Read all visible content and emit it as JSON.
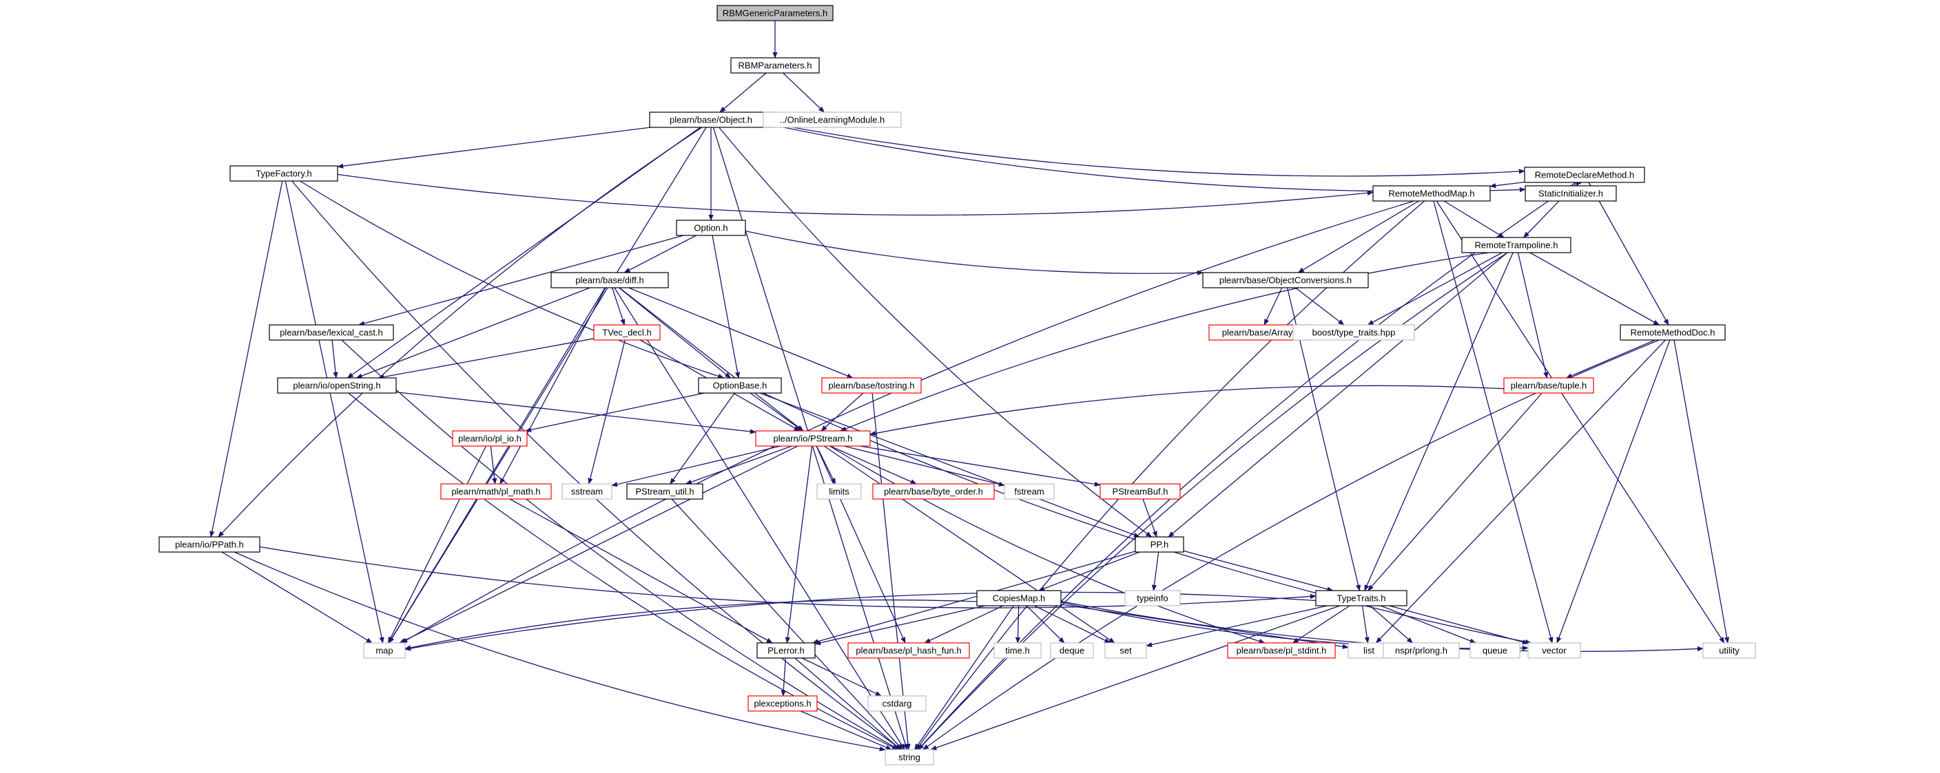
{
  "diagram": {
    "nodes": [
      {
        "id": "n0",
        "label": "RBMGenericParameters.h",
        "style": "root"
      },
      {
        "id": "n1",
        "label": "RBMParameters.h",
        "style": "normal"
      },
      {
        "id": "n2",
        "label": "plearn/base/Object.h",
        "style": "normal"
      },
      {
        "id": "n3",
        "label": "../OnlineLearningModule.h",
        "style": "ext"
      },
      {
        "id": "n4",
        "label": "TypeFactory.h",
        "style": "normal"
      },
      {
        "id": "n5",
        "label": "RemoteDeclareMethod.h",
        "style": "normal"
      },
      {
        "id": "n6",
        "label": "StaticInitializer.h",
        "style": "normal"
      },
      {
        "id": "n7",
        "label": "RemoteMethodMap.h",
        "style": "normal"
      },
      {
        "id": "n8",
        "label": "Option.h",
        "style": "normal"
      },
      {
        "id": "n9",
        "label": "plearn/base/diff.h",
        "style": "normal"
      },
      {
        "id": "n10",
        "label": "plearn/base/ObjectConversions.h",
        "style": "normal"
      },
      {
        "id": "n11",
        "label": "RemoteTrampoline.h",
        "style": "normal"
      },
      {
        "id": "n12",
        "label": "plearn/base/lexical_cast.h",
        "style": "normal"
      },
      {
        "id": "n13",
        "label": "TVec_decl.h",
        "style": "red"
      },
      {
        "id": "n14",
        "label": "plearn/base/Array.h",
        "style": "red"
      },
      {
        "id": "n15",
        "label": "boost/type_traits.hpp",
        "style": "ext"
      },
      {
        "id": "n16",
        "label": "RemoteMethodDoc.h",
        "style": "normal"
      },
      {
        "id": "n17",
        "label": "plearn/io/openString.h",
        "style": "normal"
      },
      {
        "id": "n18",
        "label": "OptionBase.h",
        "style": "normal"
      },
      {
        "id": "n19",
        "label": "plearn/base/tostring.h",
        "style": "red"
      },
      {
        "id": "n20",
        "label": "plearn/base/tuple.h",
        "style": "red"
      },
      {
        "id": "n21",
        "label": "plearn/io/pl_io.h",
        "style": "red"
      },
      {
        "id": "n22",
        "label": "plearn/io/PStream.h",
        "style": "red"
      },
      {
        "id": "n23",
        "label": "plearn/math/pl_math.h",
        "style": "red"
      },
      {
        "id": "n24",
        "label": "sstream",
        "style": "ext"
      },
      {
        "id": "n25",
        "label": "PStream_util.h",
        "style": "normal"
      },
      {
        "id": "n26",
        "label": "limits",
        "style": "ext"
      },
      {
        "id": "n27",
        "label": "plearn/base/byte_order.h",
        "style": "red"
      },
      {
        "id": "n28",
        "label": "fstream",
        "style": "ext"
      },
      {
        "id": "n29",
        "label": "PStreamBuf.h",
        "style": "red"
      },
      {
        "id": "n30",
        "label": "plearn/io/PPath.h",
        "style": "normal"
      },
      {
        "id": "n31",
        "label": "PP.h",
        "style": "normal"
      },
      {
        "id": "n32",
        "label": "typeinfo",
        "style": "ext"
      },
      {
        "id": "n33",
        "label": "CopiesMap.h",
        "style": "normal"
      },
      {
        "id": "n34",
        "label": "TypeTraits.h",
        "style": "normal"
      },
      {
        "id": "n35",
        "label": "map",
        "style": "ext"
      },
      {
        "id": "n36",
        "label": "PLerror.h",
        "style": "normal"
      },
      {
        "id": "n37",
        "label": "plearn/base/pl_hash_fun.h",
        "style": "red"
      },
      {
        "id": "n38",
        "label": "time.h",
        "style": "ext"
      },
      {
        "id": "n39",
        "label": "deque",
        "style": "ext"
      },
      {
        "id": "n40",
        "label": "set",
        "style": "ext"
      },
      {
        "id": "n41",
        "label": "plearn/base/pl_stdint.h",
        "style": "red"
      },
      {
        "id": "n42",
        "label": "list",
        "style": "ext"
      },
      {
        "id": "n43",
        "label": "nspr/prlong.h",
        "style": "ext"
      },
      {
        "id": "n44",
        "label": "queue",
        "style": "ext"
      },
      {
        "id": "n45",
        "label": "vector",
        "style": "ext"
      },
      {
        "id": "n46",
        "label": "utility",
        "style": "ext"
      },
      {
        "id": "n47",
        "label": "cstdarg",
        "style": "ext"
      },
      {
        "id": "n48",
        "label": "plexceptions.h",
        "style": "red"
      },
      {
        "id": "n49",
        "label": "string",
        "style": "ext"
      }
    ],
    "edges": [
      [
        "n0",
        "n1"
      ],
      [
        "n1",
        "n2"
      ],
      [
        "n1",
        "n3"
      ],
      [
        "n2",
        "n4"
      ],
      [
        "n2",
        "n5"
      ],
      [
        "n2",
        "n6"
      ],
      [
        "n2",
        "n8"
      ],
      [
        "n2",
        "n17"
      ],
      [
        "n2",
        "n30"
      ],
      [
        "n2",
        "n31"
      ],
      [
        "n2",
        "n35"
      ],
      [
        "n2",
        "n49"
      ],
      [
        "n4",
        "n7"
      ],
      [
        "n4",
        "n18"
      ],
      [
        "n4",
        "n30"
      ],
      [
        "n4",
        "n35"
      ],
      [
        "n4",
        "n49"
      ],
      [
        "n5",
        "n6"
      ],
      [
        "n5",
        "n7"
      ],
      [
        "n5",
        "n11"
      ],
      [
        "n5",
        "n16"
      ],
      [
        "n5",
        "n49"
      ],
      [
        "n7",
        "n10"
      ],
      [
        "n7",
        "n11"
      ],
      [
        "n7",
        "n35"
      ],
      [
        "n7",
        "n45"
      ],
      [
        "n7",
        "n46"
      ],
      [
        "n7",
        "n49"
      ],
      [
        "n8",
        "n9"
      ],
      [
        "n8",
        "n10"
      ],
      [
        "n8",
        "n12"
      ],
      [
        "n8",
        "n18"
      ],
      [
        "n9",
        "n13"
      ],
      [
        "n9",
        "n17"
      ],
      [
        "n9",
        "n18"
      ],
      [
        "n9",
        "n19"
      ],
      [
        "n9",
        "n22"
      ],
      [
        "n9",
        "n23"
      ],
      [
        "n9",
        "n35"
      ],
      [
        "n9",
        "n49"
      ],
      [
        "n10",
        "n14"
      ],
      [
        "n10",
        "n15"
      ],
      [
        "n10",
        "n34"
      ],
      [
        "n11",
        "n15"
      ],
      [
        "n11",
        "n16"
      ],
      [
        "n11",
        "n20"
      ],
      [
        "n11",
        "n22"
      ],
      [
        "n11",
        "n31"
      ],
      [
        "n11",
        "n34"
      ],
      [
        "n11",
        "n49"
      ],
      [
        "n12",
        "n17"
      ],
      [
        "n12",
        "n49"
      ],
      [
        "n13",
        "n17"
      ],
      [
        "n13",
        "n22"
      ],
      [
        "n13",
        "n24"
      ],
      [
        "n16",
        "n20"
      ],
      [
        "n16",
        "n42"
      ],
      [
        "n16",
        "n45"
      ],
      [
        "n16",
        "n46"
      ],
      [
        "n16",
        "n49"
      ],
      [
        "n17",
        "n22"
      ],
      [
        "n17",
        "n49"
      ],
      [
        "n18",
        "n21"
      ],
      [
        "n18",
        "n22"
      ],
      [
        "n18",
        "n25"
      ],
      [
        "n18",
        "n31"
      ],
      [
        "n18",
        "n45"
      ],
      [
        "n19",
        "n22"
      ],
      [
        "n19",
        "n49"
      ],
      [
        "n20",
        "n22"
      ],
      [
        "n20",
        "n34"
      ],
      [
        "n21",
        "n23"
      ],
      [
        "n21",
        "n35"
      ],
      [
        "n22",
        "n24"
      ],
      [
        "n22",
        "n25"
      ],
      [
        "n22",
        "n26"
      ],
      [
        "n22",
        "n27"
      ],
      [
        "n22",
        "n28"
      ],
      [
        "n22",
        "n29"
      ],
      [
        "n22",
        "n35"
      ],
      [
        "n22",
        "n36"
      ],
      [
        "n22",
        "n37"
      ],
      [
        "n22",
        "n40"
      ],
      [
        "n22",
        "n41"
      ],
      [
        "n23",
        "n36"
      ],
      [
        "n25",
        "n49"
      ],
      [
        "n29",
        "n31"
      ],
      [
        "n30",
        "n34"
      ],
      [
        "n30",
        "n35"
      ],
      [
        "n30",
        "n49"
      ],
      [
        "n31",
        "n32"
      ],
      [
        "n31",
        "n33"
      ],
      [
        "n31",
        "n34"
      ],
      [
        "n31",
        "n36"
      ],
      [
        "n33",
        "n35"
      ],
      [
        "n33",
        "n36"
      ],
      [
        "n33",
        "n37"
      ],
      [
        "n33",
        "n38"
      ],
      [
        "n33",
        "n39"
      ],
      [
        "n33",
        "n40"
      ],
      [
        "n33",
        "n42"
      ],
      [
        "n33",
        "n45"
      ],
      [
        "n33",
        "n46"
      ],
      [
        "n33",
        "n49"
      ],
      [
        "n34",
        "n35"
      ],
      [
        "n34",
        "n40"
      ],
      [
        "n34",
        "n41"
      ],
      [
        "n34",
        "n42"
      ],
      [
        "n34",
        "n43"
      ],
      [
        "n34",
        "n44"
      ],
      [
        "n34",
        "n45"
      ],
      [
        "n34",
        "n49"
      ],
      [
        "n36",
        "n47"
      ],
      [
        "n36",
        "n48"
      ],
      [
        "n36",
        "n49"
      ],
      [
        "n48",
        "n49"
      ]
    ]
  }
}
